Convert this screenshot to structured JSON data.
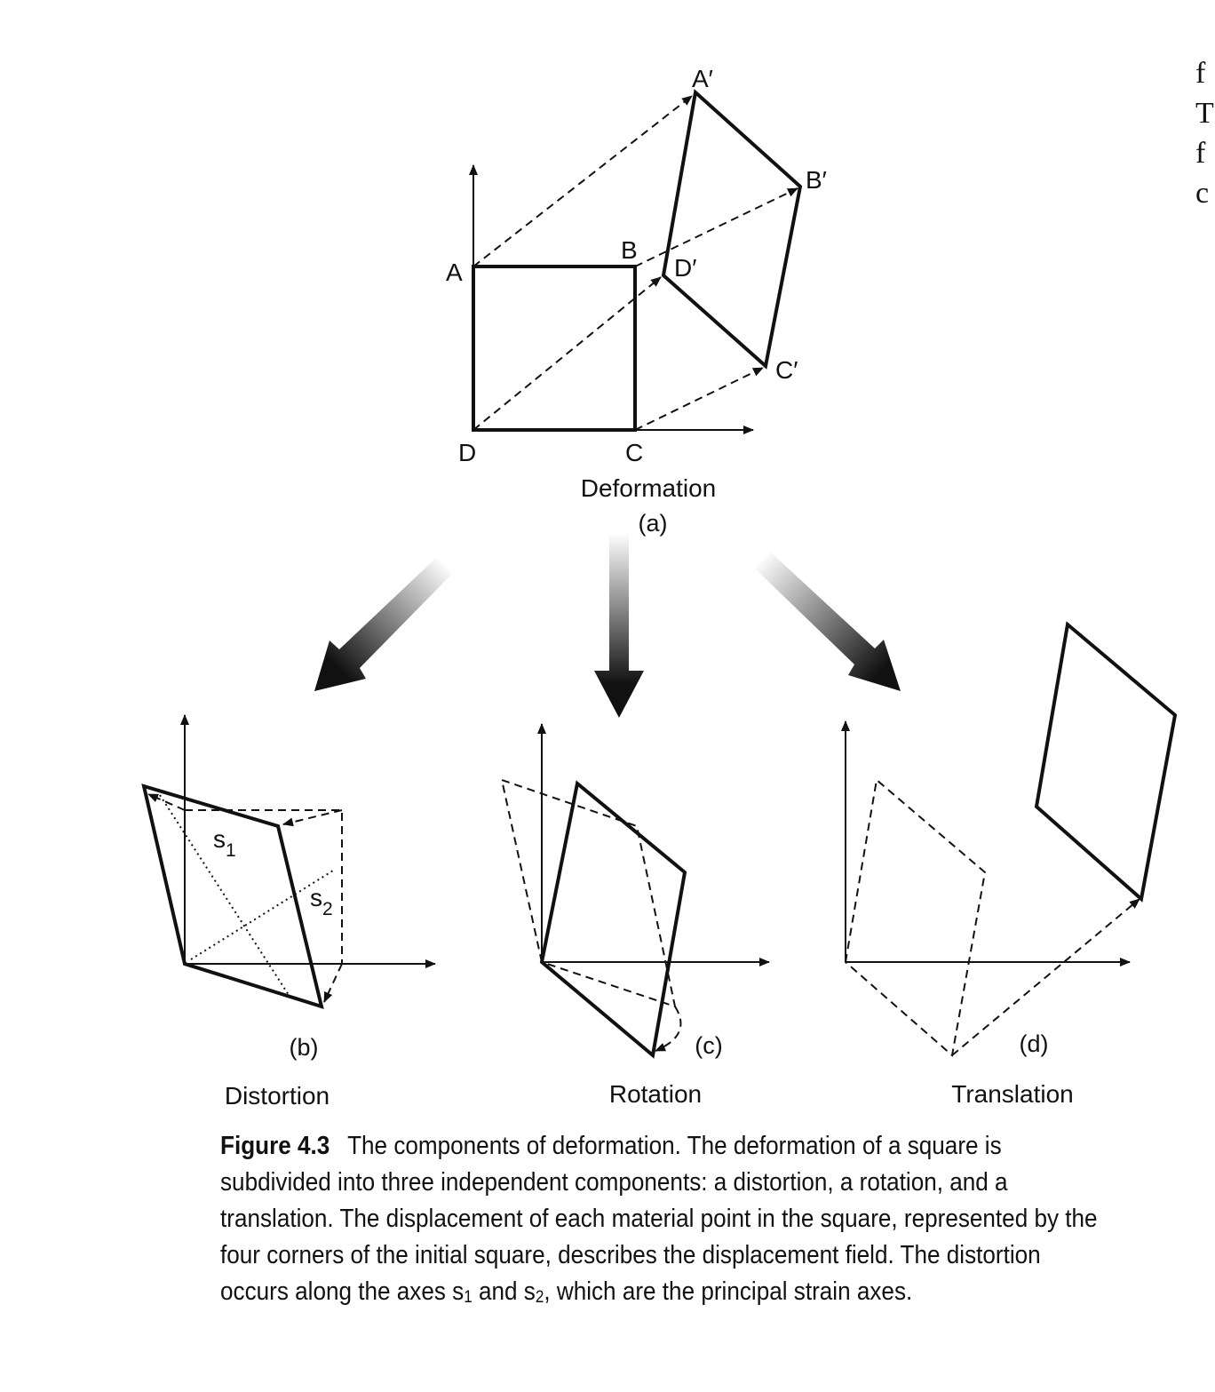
{
  "panel_a": {
    "points": {
      "A": "A",
      "B": "B",
      "C": "C",
      "D": "D",
      "A2": "A′",
      "B2": "B′",
      "C2": "C′",
      "D2": "D′"
    },
    "title": "Deformation",
    "sublabel": "(a)"
  },
  "panel_b": {
    "sublabel": "(b)",
    "title": "Distortion",
    "axis1": "s",
    "axis1_sub": "1",
    "axis2": "s",
    "axis2_sub": "2"
  },
  "panel_c": {
    "sublabel": "(c)",
    "title": "Rotation"
  },
  "panel_d": {
    "sublabel": "(d)",
    "title": "Translation"
  },
  "caption": {
    "label": "Figure 4.3",
    "text_1": "The components of deformation. The deformation of a square is subdivided into three independent components: a distortion, a rotation, and a translation. The displacement of each material point in the square, represented by the four corners of the initial square, describes the displacement field. The distortion occurs along the axes s",
    "sub_1": "1",
    "text_2": " and s",
    "sub_2": "2",
    "text_3": ", which are the principal strain axes."
  },
  "margin_text": [
    "f",
    "T",
    "f",
    "c"
  ]
}
